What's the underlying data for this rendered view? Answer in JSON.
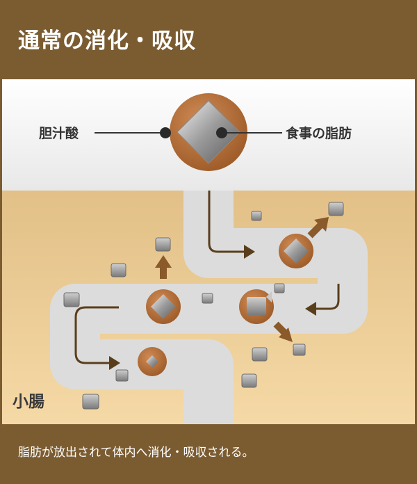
{
  "header": {
    "title": "通常の消化・吸収"
  },
  "labels": {
    "bile_acid": "胆汁酸",
    "dietary_fat": "食事の脂肪",
    "small_intestine": "小腸"
  },
  "footer": {
    "caption": "脂肪が放出されて体内へ消化・吸収される。"
  },
  "colors": {
    "frame": "#7b5c31",
    "micelle": "#b8733e",
    "path": "#dcdcdc",
    "arrow": "#5a3e1b",
    "absorb_arrow": "#8a5a2b"
  },
  "icons": {
    "micelle": "diamond-micelle-icon",
    "fat_particle": "fat-cube-icon"
  }
}
